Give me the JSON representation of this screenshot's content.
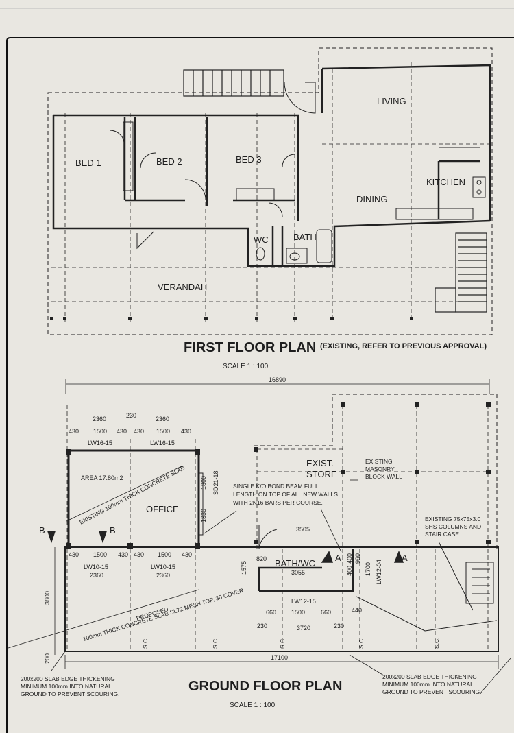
{
  "first_floor": {
    "title": "FIRST FLOOR PLAN",
    "subtitle": "(EXISTING, REFER TO PREVIOUS APPROVAL)",
    "scale": "SCALE 1 : 100",
    "rooms": {
      "bed1": "BED 1",
      "bed2": "BED 2",
      "bed3": "BED 3",
      "living": "LIVING",
      "kitchen": "KITCHEN",
      "dining": "DINING",
      "wc": "WC",
      "bath": "BATH",
      "verandah": "VERANDAH"
    }
  },
  "ground_floor": {
    "title": "GROUND FLOOR PLAN",
    "scale": "SCALE 1 : 100",
    "overall_dim": "16890",
    "bottom_dim": "17100",
    "office": "OFFICE",
    "area": "AREA 17.80m2",
    "slab_note": "EXISTING 100mm THICK CONCRETE SLAB",
    "store": [
      "EXIST.",
      "STORE"
    ],
    "masonry": [
      "EXISTING",
      "MASONRY",
      "BLOCK WALL"
    ],
    "bond_beam": [
      "SINGLE K/O BOND BEAM FULL",
      "LENGTH ON TOP OF ALL NEW WALLS",
      "WITH 2N16 BARS PER COURSE."
    ],
    "columns": [
      "EXISTING 75x75x3.0",
      "SHS COLUMNS AND",
      "STAIR CASE"
    ],
    "bath_wc": "BATH/WC",
    "proposed": [
      "PROPOSED",
      "100mm THICK CONCRETE SLAB SL72 MESH TOP, 30 COVER"
    ],
    "edge_left": [
      "200x200 SLAB EDGE THICKENING",
      "MINIMUM 100mm INTO NATURAL",
      "GROUND TO PREVENT SCOURING."
    ],
    "edge_right": [
      "200x200 SLAB EDGE THICKENING",
      "MINIMUM 100mm INTO NATURAL",
      "GROUND TO PREVENT SCOURING."
    ],
    "section_a": "A",
    "section_b": "B",
    "sc": "S.C.",
    "dims": {
      "d2360a": "2360",
      "d230": "230",
      "d2360b": "2360",
      "d430a": "430",
      "d1500a": "1500",
      "d430b": "430",
      "d430c": "430",
      "d1500b": "1500",
      "d430d": "430",
      "lw16a": "LW16-15",
      "lw16b": "LW16-15",
      "d1800": "1800",
      "d1330": "1330",
      "sd": "SD21-18",
      "d3505": "3505",
      "d3055": "3055",
      "d820": "820",
      "d1575": "1575",
      "d400a": "400",
      "d400b": "400",
      "d990": "990",
      "d1700": "1700",
      "lw12v": "LW12-04",
      "b430a": "430",
      "b1500a": "1500",
      "b430b": "430",
      "b430c": "430",
      "b1500b": "1500",
      "b430d": "430",
      "lw10a": "LW10-15",
      "lw10b": "LW10-15",
      "b2360a": "2360",
      "b2360b": "2360",
      "lw12": "LW12-15",
      "d660a": "660",
      "d1500c": "1500",
      "d660b": "660",
      "d440": "440",
      "d230a": "230",
      "d3720": "3720",
      "d230b": "230",
      "d3800": "3800",
      "d200": "200"
    }
  }
}
